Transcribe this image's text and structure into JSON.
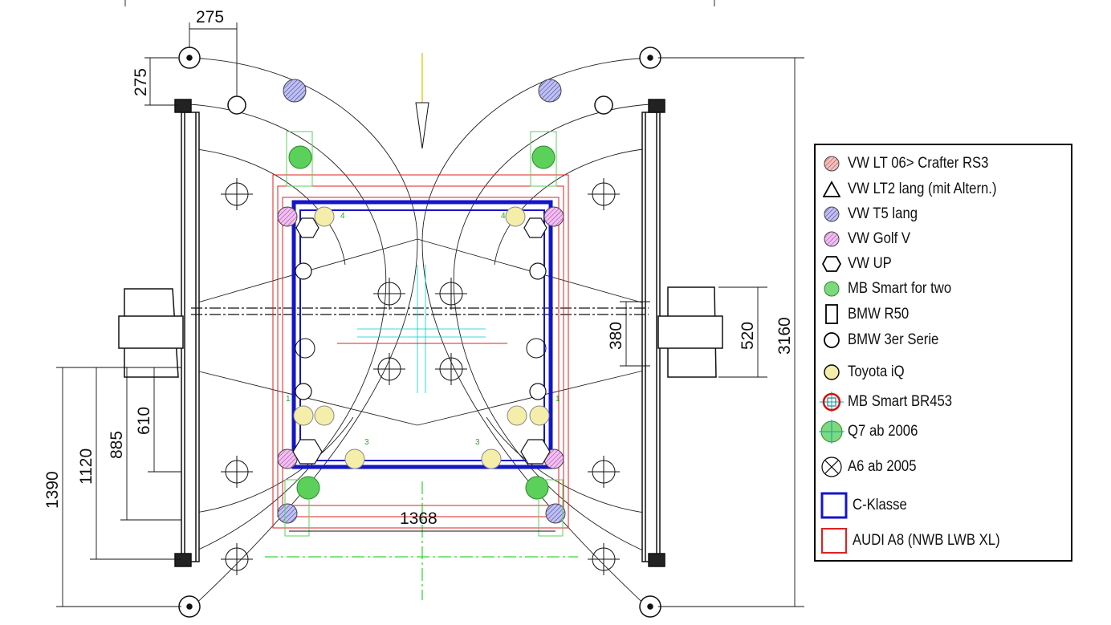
{
  "dimensions": {
    "top_width": "275",
    "top_height": "275",
    "inner_width": "1368",
    "arm_offset": "380",
    "base_depth": "520",
    "total_height": "3160",
    "dim_610": "610",
    "dim_885": "885",
    "dim_1120": "1120",
    "dim_1390": "1390"
  },
  "pad_numbers": [
    "4",
    "4",
    "1",
    "1",
    "3",
    "3"
  ],
  "legend": {
    "items": [
      {
        "label": "VW LT 06> Crafter RS3",
        "icon": "hatched-circle-red-icon"
      },
      {
        "label": "VW LT2 lang (mit Altern.)",
        "icon": "triangle-icon"
      },
      {
        "label": "VW T5 lang",
        "icon": "hatched-circle-blue-icon"
      },
      {
        "label": "VW Golf V",
        "icon": "hatched-circle-magenta-icon"
      },
      {
        "label": "VW UP",
        "icon": "hexagon-icon"
      },
      {
        "label": "MB Smart for two",
        "icon": "green-circle-icon"
      },
      {
        "label": "BMW R50",
        "icon": "rectangle-icon"
      },
      {
        "label": "BMW 3er Serie",
        "icon": "circle-icon"
      },
      {
        "label": "Toyota iQ",
        "icon": "yellow-circle-icon"
      },
      {
        "label": "MB Smart BR453",
        "icon": "red-ring-square-icon"
      },
      {
        "label": "Q7 ab 2006",
        "icon": "green-crosshair-circle-icon"
      },
      {
        "label": "A6 ab 2005",
        "icon": "x-circle-icon"
      },
      {
        "label": "C-Klasse",
        "icon": "blue-square-icon"
      },
      {
        "label": "AUDI A8 (NWB LWB XL)",
        "icon": "red-square-icon"
      }
    ]
  },
  "colors": {
    "c_klasse": "#1515c8",
    "audi_a8": "#e02020",
    "smart": "#5bd05b",
    "toyota": "#f4eeaa",
    "crafter": "#e8a0a0",
    "t5": "#8c8ce6",
    "golf": "#e8a0e8",
    "centerline": "#00cc00",
    "cyan": "#00cccc"
  }
}
